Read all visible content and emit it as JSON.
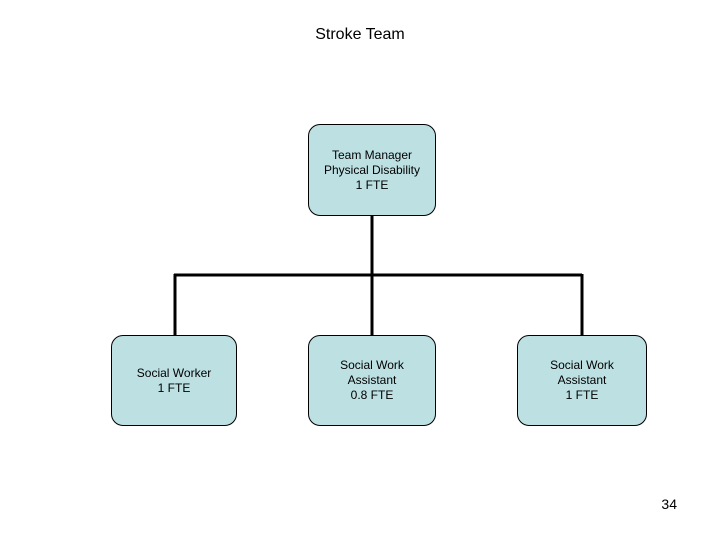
{
  "title": "Stroke Team",
  "nodes": {
    "manager": {
      "lines": [
        "Team Manager",
        "Physical Disability",
        "1 FTE"
      ]
    },
    "social_worker": {
      "lines": [
        "Social Worker",
        "1 FTE"
      ]
    },
    "assistant_08": {
      "lines": [
        "Social Work",
        "Assistant",
        "0.8 FTE"
      ]
    },
    "assistant_1": {
      "lines": [
        "Social Work",
        "Assistant",
        "1 FTE"
      ]
    }
  },
  "page_number": "34",
  "colors": {
    "node_fill": "#bde0e3",
    "line": "#000000"
  }
}
